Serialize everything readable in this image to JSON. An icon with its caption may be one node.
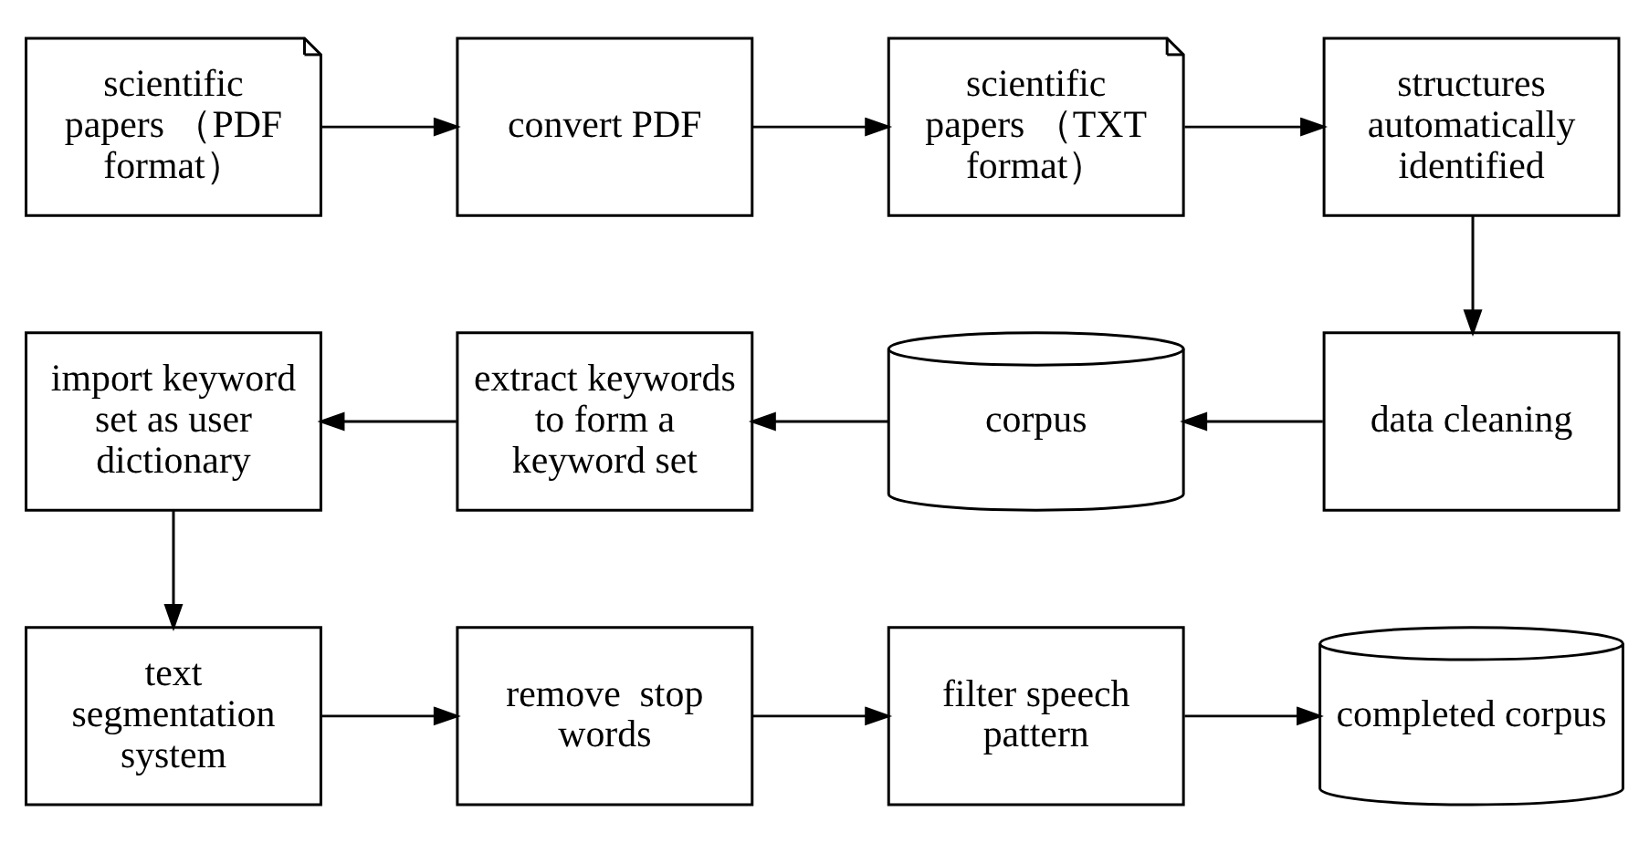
{
  "diagram": {
    "nodes": [
      {
        "text": [
          "scientific papers （PDF format）"
        ]
      },
      {
        "text": [
          "convert PDF"
        ]
      },
      {
        "text": [
          "scientific papers （TXT format）"
        ]
      },
      {
        "text": [
          "structures automatically identified"
        ]
      },
      {
        "text": [
          "data cleaning"
        ]
      },
      {
        "text": [
          "corpus"
        ]
      },
      {
        "text": [
          "extract keywords to form a keyword set"
        ]
      },
      {
        "text": [
          "import keyword set as user dictionary"
        ]
      },
      {
        "text": [
          "text segmentation system"
        ]
      },
      {
        "text": [
          "remove  stop words"
        ]
      },
      {
        "text": [
          "filter speech pattern"
        ]
      },
      {
        "text": [
          "completed corpus"
        ]
      }
    ],
    "edges": [
      {
        "from": 0,
        "to": 1,
        "arrow": "to"
      },
      {
        "from": 1,
        "to": 2,
        "arrow": "to"
      },
      {
        "from": 2,
        "to": 3,
        "arrow": "to"
      },
      {
        "from": 3,
        "to": 4,
        "arrow": "to"
      },
      {
        "from": 4,
        "to": 5,
        "arrow": "to"
      },
      {
        "from": 5,
        "to": 6,
        "arrow": "to"
      },
      {
        "from": 6,
        "to": 7,
        "arrow": "to"
      },
      {
        "from": 7,
        "to": 8,
        "arrow": "to"
      },
      {
        "from": 8,
        "to": 9,
        "arrow": "to"
      },
      {
        "from": 9,
        "to": 10,
        "arrow": "to"
      },
      {
        "from": 10,
        "to": 11,
        "arrow": "to"
      }
    ]
  }
}
